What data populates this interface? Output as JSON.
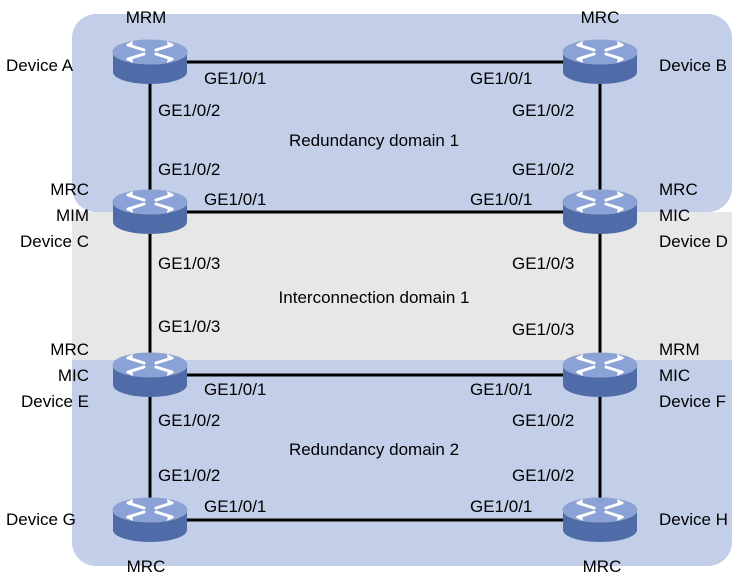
{
  "domains": {
    "redundancy_1": "Redundancy domain 1",
    "interconnection_1": "Interconnection domain 1",
    "redundancy_2": "Redundancy domain 2"
  },
  "colors": {
    "redundancy_fill": "#c3cfe9",
    "interconnection_fill": "#e7e7e7",
    "device_top": "#8aa2d6",
    "device_side": "#4f6ba8",
    "link": "#000000"
  },
  "devices": {
    "A": {
      "name": "Device A",
      "role": "MRM"
    },
    "B": {
      "name": "Device B",
      "role": "MRC"
    },
    "C": {
      "name": "Device C",
      "roles": [
        "MRC",
        "MIM"
      ]
    },
    "D": {
      "name": "Device D",
      "roles": [
        "MRC",
        "MIC"
      ]
    },
    "E": {
      "name": "Device E",
      "roles": [
        "MRC",
        "MIC"
      ]
    },
    "F": {
      "name": "Device F",
      "roles": [
        "MRM",
        "MIC"
      ]
    },
    "G": {
      "name": "Device G",
      "role": "MRC"
    },
    "H": {
      "name": "Device H",
      "role": "MRC"
    }
  },
  "ports": {
    "ab_a": "GE1/0/1",
    "ab_b": "GE1/0/1",
    "ac_a": "GE1/0/2",
    "ac_c": "GE1/0/2",
    "bd_b": "GE1/0/2",
    "bd_d": "GE1/0/2",
    "cd_c": "GE1/0/1",
    "cd_d": "GE1/0/1",
    "ce_c": "GE1/0/3",
    "ce_e": "GE1/0/3",
    "df_d": "GE1/0/3",
    "df_f": "GE1/0/3",
    "ef_e": "GE1/0/1",
    "ef_f": "GE1/0/1",
    "eg_e": "GE1/0/2",
    "eg_g": "GE1/0/2",
    "fh_f": "GE1/0/2",
    "fh_h": "GE1/0/2",
    "gh_g": "GE1/0/1",
    "gh_h": "GE1/0/1"
  }
}
